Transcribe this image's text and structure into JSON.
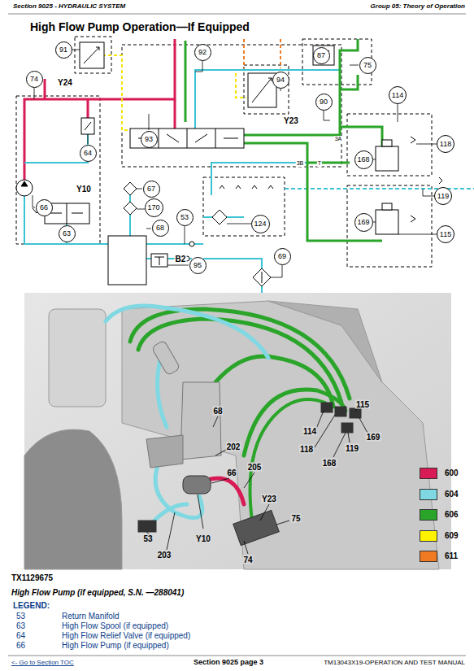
{
  "diagram": {
    "title": "High Flow Pump Operation—If Equipped",
    "caption": "High Flow Pump (if equipped, S.N. —288041)",
    "nodes": [
      {
        "text": [
          "91"
        ]
      },
      {
        "text": [
          "92"
        ]
      },
      {
        "text": [
          "87"
        ]
      },
      {
        "text": [
          "75"
        ]
      },
      {
        "text": [
          "74"
        ]
      },
      {
        "text": [
          "94"
        ]
      },
      {
        "text": [
          "90"
        ]
      },
      {
        "text": [
          "114"
        ]
      },
      {
        "text": [
          "93"
        ]
      },
      {
        "text": [
          "168"
        ]
      },
      {
        "text": [
          "118"
        ]
      },
      {
        "text": [
          "64"
        ]
      },
      {
        "text": [
          "67"
        ]
      },
      {
        "text": [
          "119"
        ]
      },
      {
        "text": [
          "66"
        ]
      },
      {
        "text": [
          "170"
        ]
      },
      {
        "text": [
          "53"
        ]
      },
      {
        "text": [
          "124"
        ]
      },
      {
        "text": [
          "68"
        ]
      },
      {
        "text": [
          "169"
        ]
      },
      {
        "text": [
          "63"
        ]
      },
      {
        "text": [
          "115"
        ]
      },
      {
        "text": [
          "69"
        ]
      },
      {
        "text": [
          "95"
        ]
      }
    ],
    "labels": [
      "Section 9025 - HYDRAULIC SYSTEM",
      "Group 05: Theory of Operation",
      "Y24",
      "Y23",
      "Y10",
      "B2",
      "3A",
      "3B",
      "T",
      "68",
      "202",
      "66",
      "205",
      "115",
      "114",
      "118",
      "119",
      "169",
      "168",
      "Y23",
      "75",
      "74",
      "53",
      "203",
      "Y10",
      "TX1129675",
      "LEGEND:",
      "53",
      "Return Manifold",
      "63",
      "High Flow Spool (if equipped)",
      "64",
      "High Flow Relief Valve (if equipped)",
      "66",
      "High Flow Pump (if equipped)",
      "<- Go to Section TOC",
      "Section 9025 page 3",
      "TM13043X19-OPERATION AND TEST MANUAL"
    ],
    "legend": [
      {
        "text": "600",
        "color": "#d81b55"
      },
      {
        "text": "604",
        "color": "#7fd8e2"
      },
      {
        "text": "606",
        "color": "#2aa52a"
      },
      {
        "text": "609",
        "color": "#fff200"
      },
      {
        "text": "611",
        "color": "#f07a22"
      }
    ]
  }
}
